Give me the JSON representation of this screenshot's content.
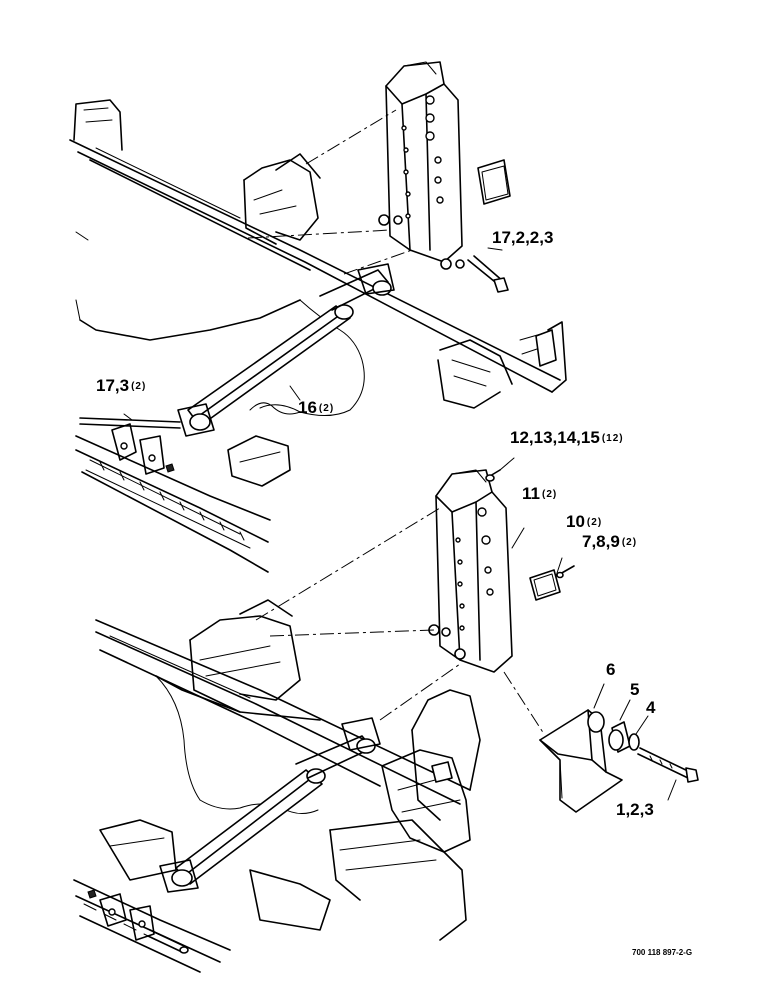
{
  "callouts": {
    "c_17_2_2_3": {
      "text": "17,2,2,3",
      "qty": ""
    },
    "c_17_3": {
      "text": "17,3",
      "qty": "(2)"
    },
    "c_16": {
      "text": "16",
      "qty": "(2)"
    },
    "c_12_13_14_15": {
      "text": "12,13,14,15",
      "qty": "(12)"
    },
    "c_11": {
      "text": "11",
      "qty": "(2)"
    },
    "c_10": {
      "text": "10",
      "qty": "(2)"
    },
    "c_7_8_9": {
      "text": "7,8,9",
      "qty": "(2)"
    },
    "c_6": {
      "text": "6",
      "qty": ""
    },
    "c_5": {
      "text": "5",
      "qty": ""
    },
    "c_4": {
      "text": "4",
      "qty": ""
    },
    "c_1_2_3": {
      "text": "1,2,3",
      "qty": ""
    }
  },
  "drawing_number": "700 118 897-2-G",
  "colors": {
    "ink": "#000000",
    "paper": "#ffffff"
  }
}
